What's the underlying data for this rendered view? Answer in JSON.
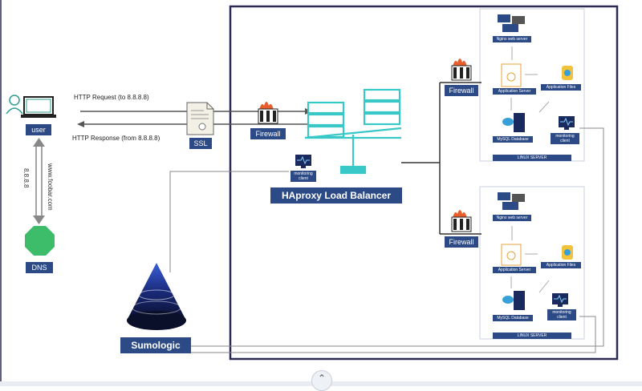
{
  "labels": {
    "user": "user",
    "dns": "DNS",
    "ssl": "SSL",
    "firewall_main": "Firewall",
    "firewall_top": "Firewall",
    "firewall_bottom": "Firewall",
    "haproxy": "HAproxy Load Balancer",
    "sumologic": "Sumologic",
    "monitoring_client_lb": "monitoring client"
  },
  "arrows": {
    "http_request": "HTTP Request (to 8.8.8.8)",
    "http_response": "HTTP Response (from 8.8.8.8)",
    "dns_query_left": "8.8.8.8",
    "dns_query_right": "www.foobar.com"
  },
  "servers": [
    {
      "nginx": "Nginx web server",
      "app_server": "Application Server",
      "app_files": "Application Files",
      "mysql": "MySQL Database",
      "monitoring": "monitoring client",
      "footer": "LINUX SERVER"
    },
    {
      "nginx": "Nginx web server",
      "app_server": "Application Server",
      "app_files": "Application Files",
      "mysql": "MySQL Database",
      "monitoring": "monitoring client",
      "footer": "LINUX SERVER"
    }
  ],
  "colors": {
    "label_bg": "#2b4a86",
    "border": "#2a2a55",
    "dns_green": "#3dbd6a",
    "teal_icon": "#38c8c8",
    "connector": "#555555"
  },
  "icons": {
    "user": "laptop-user-icon",
    "certificate": "certificate-icon",
    "firewall": "firewall-icon",
    "load_balancer": "balance-scale-icon",
    "monitor": "monitor-icon",
    "sumologic": "cone-logo-icon",
    "scroll": "chevron-up-icon"
  }
}
